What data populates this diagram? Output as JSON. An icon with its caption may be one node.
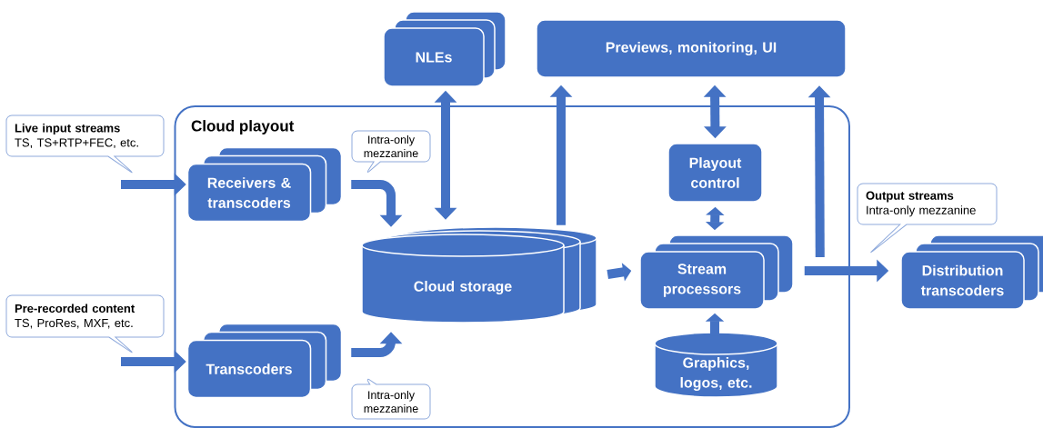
{
  "diagram": {
    "nodes": [
      {
        "text": [
          "Cloud playout"
        ]
      },
      {
        "text": [
          "Live input streams",
          "TS, TS+RTP+FEC, etc."
        ]
      },
      {
        "text": [
          "Pre-recorded content",
          "TS, ProRes, MXF, etc."
        ]
      },
      {
        "text": [
          "Receivers & transcoders"
        ],
        "in": 0
      },
      {
        "text": [
          "Transcoders"
        ],
        "in": 0
      },
      {
        "text": [
          "Intra-only mezzanine"
        ],
        "in": 0
      },
      {
        "text": [
          "Intra-only mezzanine"
        ],
        "in": 0
      },
      {
        "text": [
          "Cloud storage"
        ],
        "in": 0
      },
      {
        "text": [
          "NLEs"
        ]
      },
      {
        "text": [
          "Previews, monitoring, UI"
        ]
      },
      {
        "text": [
          "Playout control"
        ],
        "in": 0
      },
      {
        "text": [
          "Stream processors"
        ],
        "in": 0
      },
      {
        "text": [
          "Graphics, logos, etc."
        ],
        "in": 0
      },
      {
        "text": [
          "Output streams",
          "Intra-only mezzanine"
        ]
      },
      {
        "text": [
          "Distribution transcoders"
        ]
      }
    ],
    "edges": [
      {
        "from": null,
        "to": 3,
        "arrow": "to"
      },
      {
        "from": null,
        "to": 4,
        "arrow": "to"
      },
      {
        "from": 3,
        "to": 7,
        "arrow": "to"
      },
      {
        "from": 4,
        "to": 7,
        "arrow": "to"
      },
      {
        "from": 7,
        "to": 8,
        "arrow": "both"
      },
      {
        "from": 7,
        "to": 9,
        "arrow": "to"
      },
      {
        "from": 9,
        "to": 10,
        "arrow": "both"
      },
      {
        "from": 10,
        "to": 11,
        "arrow": "both"
      },
      {
        "from": 7,
        "to": 11,
        "arrow": "to"
      },
      {
        "from": 12,
        "to": 11,
        "arrow": "to"
      },
      {
        "from": 11,
        "to": 14,
        "arrow": "to"
      },
      {
        "from": 11,
        "to": 9,
        "arrow": "to"
      }
    ]
  }
}
